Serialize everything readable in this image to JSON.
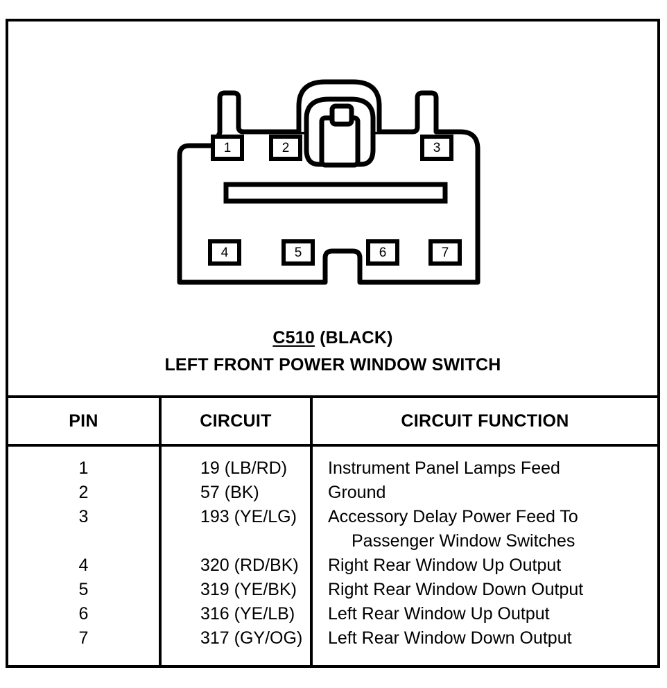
{
  "figure": {
    "caption_code": "C510",
    "caption_color": "(BLACK)",
    "caption_name": "LEFT FRONT POWER WINDOW SWITCH",
    "connector": {
      "pin_labels": [
        "1",
        "2",
        "3",
        "4",
        "5",
        "6",
        "7"
      ],
      "outline_color": "#000000",
      "fill_color": "#ffffff"
    }
  },
  "table": {
    "headers": {
      "pin": "PIN",
      "circuit": "CIRCUIT",
      "function": "CIRCUIT FUNCTION"
    },
    "pin_lines": [
      "1",
      "2",
      "3",
      "",
      "4",
      "5",
      "6",
      "7"
    ],
    "circuit_lines": [
      "19 (LB/RD)",
      "57 (BK)",
      "193 (YE/LG)",
      "",
      "320 (RD/BK)",
      "319 (YE/BK)",
      "316 (YE/LB)",
      "317 (GY/OG)"
    ],
    "function_lines": [
      "Instrument Panel Lamps Feed",
      "Ground",
      "Accessory Delay Power Feed To",
      "Passenger Window Switches",
      "Right Rear Window Up Output",
      "Right Rear Window Down Output",
      "Left Rear Window Up Output",
      "Left Rear Window Down Output"
    ],
    "rows": [
      {
        "pin": "1",
        "circuit": "19 (LB/RD)",
        "function": "Instrument Panel Lamps Feed"
      },
      {
        "pin": "2",
        "circuit": "57 (BK)",
        "function": "Ground"
      },
      {
        "pin": "3",
        "circuit": "193 (YE/LG)",
        "function": "Accessory Delay Power Feed To Passenger Window Switches"
      },
      {
        "pin": "4",
        "circuit": "320 (RD/BK)",
        "function": "Right Rear Window Up Output"
      },
      {
        "pin": "5",
        "circuit": "319 (YE/BK)",
        "function": "Right Rear Window Down Output"
      },
      {
        "pin": "6",
        "circuit": "316 (YE/LB)",
        "function": "Left Rear Window Up Output"
      },
      {
        "pin": "7",
        "circuit": "317 (GY/OG)",
        "function": "Left Rear Window Down Output"
      }
    ]
  }
}
